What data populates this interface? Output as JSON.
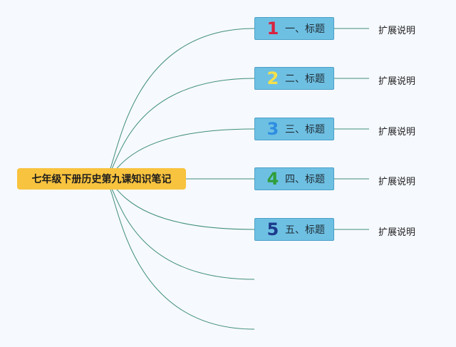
{
  "root": {
    "label": "七年级下册历史第九课知识笔记"
  },
  "branches": [
    {
      "number": "1",
      "label": "一、标题",
      "number_color": "#d8233f",
      "extension": "扩展说明"
    },
    {
      "number": "2",
      "label": "二、标题",
      "number_color": "#f4e04a",
      "extension": "扩展说明"
    },
    {
      "number": "3",
      "label": "三、标题",
      "number_color": "#2e8de0",
      "extension": "扩展说明"
    },
    {
      "number": "4",
      "label": "四、标题",
      "number_color": "#2f9e3a",
      "extension": "扩展说明"
    },
    {
      "number": "5",
      "label": "五、标题",
      "number_color": "#1c3a8c",
      "extension": "扩展说明"
    }
  ],
  "empty_branch_count": 2,
  "colors": {
    "background": "#f6f9fe",
    "root_fill": "#f8c33e",
    "node_fill": "#6ec0e3",
    "connector": "#3e8e78"
  }
}
